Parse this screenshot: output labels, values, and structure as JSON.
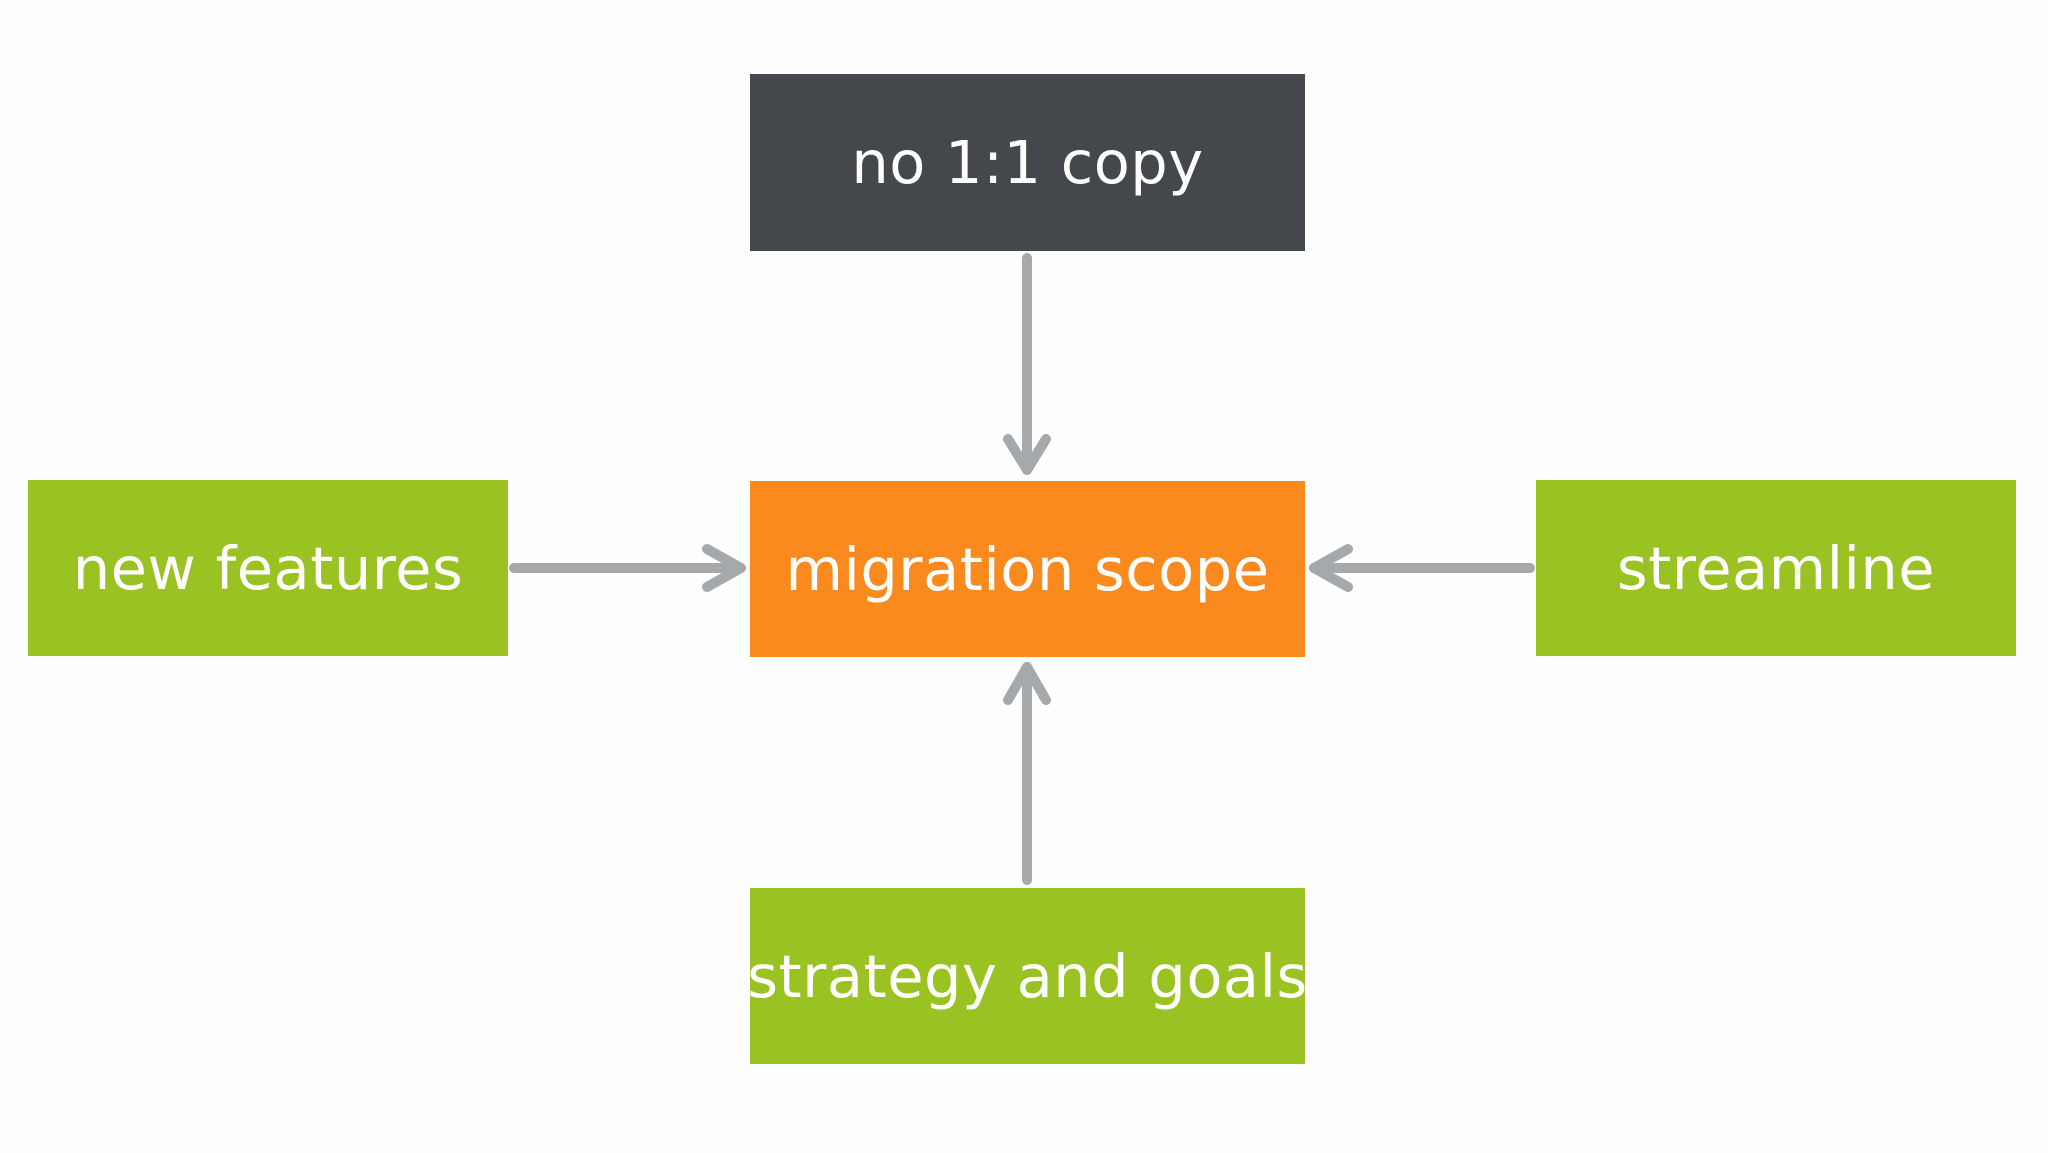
{
  "diagram": {
    "nodes": {
      "top": {
        "label": "no 1:1 copy",
        "color": "#44474c"
      },
      "center": {
        "label": "migration scope",
        "color": "#fb8a1e"
      },
      "left": {
        "label": "new features",
        "color": "#9bc223"
      },
      "right": {
        "label": "streamline",
        "color": "#9bc223"
      },
      "bottom": {
        "label": "strategy and goals",
        "color": "#9bc223"
      }
    },
    "edges": [
      {
        "from": "top",
        "to": "center"
      },
      {
        "from": "left",
        "to": "center"
      },
      {
        "from": "right",
        "to": "center"
      },
      {
        "from": "bottom",
        "to": "center"
      }
    ],
    "arrow_color": "#a6a9ac"
  }
}
